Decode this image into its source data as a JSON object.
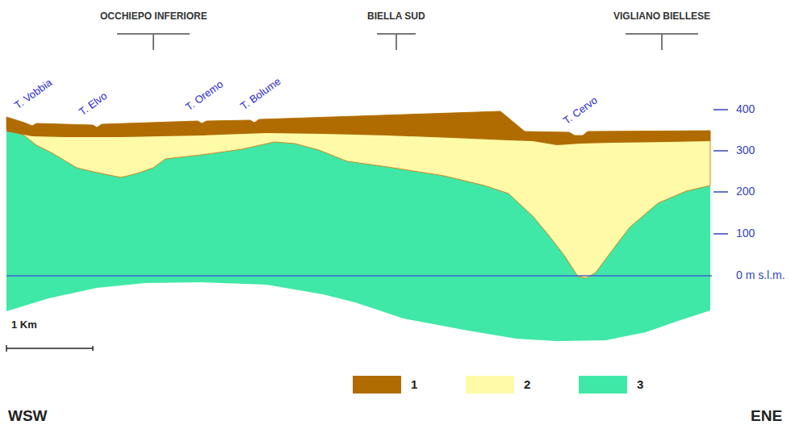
{
  "diagram": {
    "labels": [
      "OCCHIEPO INFERIORE",
      "BIELLA SUD",
      "VIGLIANO BIELLESE",
      "T. Vobbia",
      "T. Elvo",
      "T. Oremo",
      "T. Bolume",
      "T. Cervo",
      "400",
      "300",
      "200",
      "100",
      "0 m s.l.m.",
      "1 Km",
      "WSW",
      "ENE"
    ],
    "legend": [
      {
        "text": "1",
        "color": "#b06c00"
      },
      {
        "text": "2",
        "color": "#fffaa8"
      },
      {
        "text": "3",
        "color": "#3fe8a6"
      }
    ]
  }
}
